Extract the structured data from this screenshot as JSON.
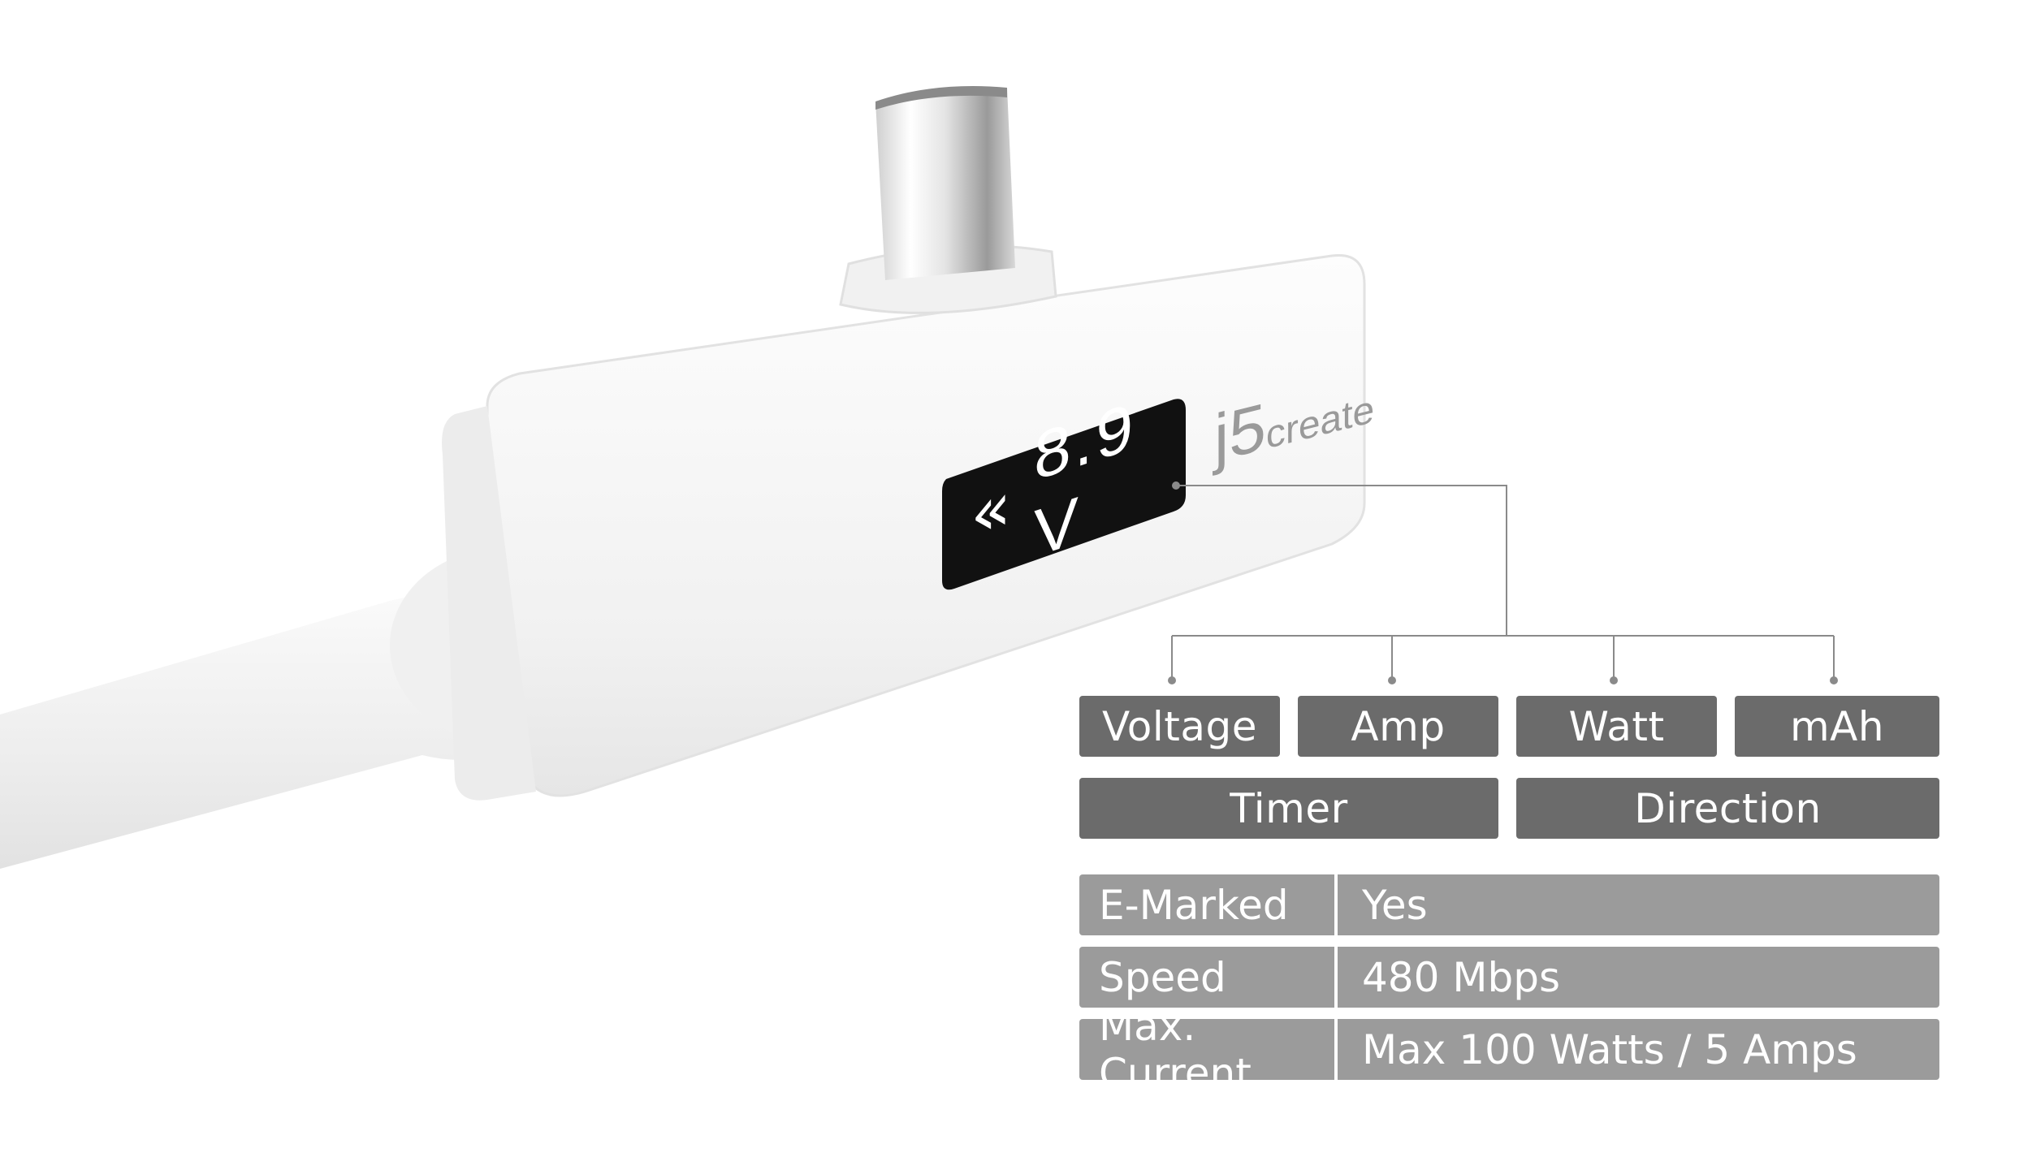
{
  "display": {
    "arrow": "«",
    "reading": "8.9 V"
  },
  "brand": {
    "mark": "j5",
    "word": "create"
  },
  "functions": [
    "Voltage",
    "Amp",
    "Watt",
    "mAh"
  ],
  "functions_wide": [
    "Timer",
    "Direction"
  ],
  "specs": [
    {
      "key": "E-Marked",
      "value": "Yes"
    },
    {
      "key": "Speed",
      "value": "480 Mbps"
    },
    {
      "key": "Max. Current",
      "value": "Max 100 Watts / 5 Amps"
    }
  ],
  "colors": {
    "tag": "#6b6b6b",
    "spec": "#9b9b9b",
    "line": "#8a8a8a",
    "screen": "#111111",
    "device": "#f4f4f4"
  }
}
